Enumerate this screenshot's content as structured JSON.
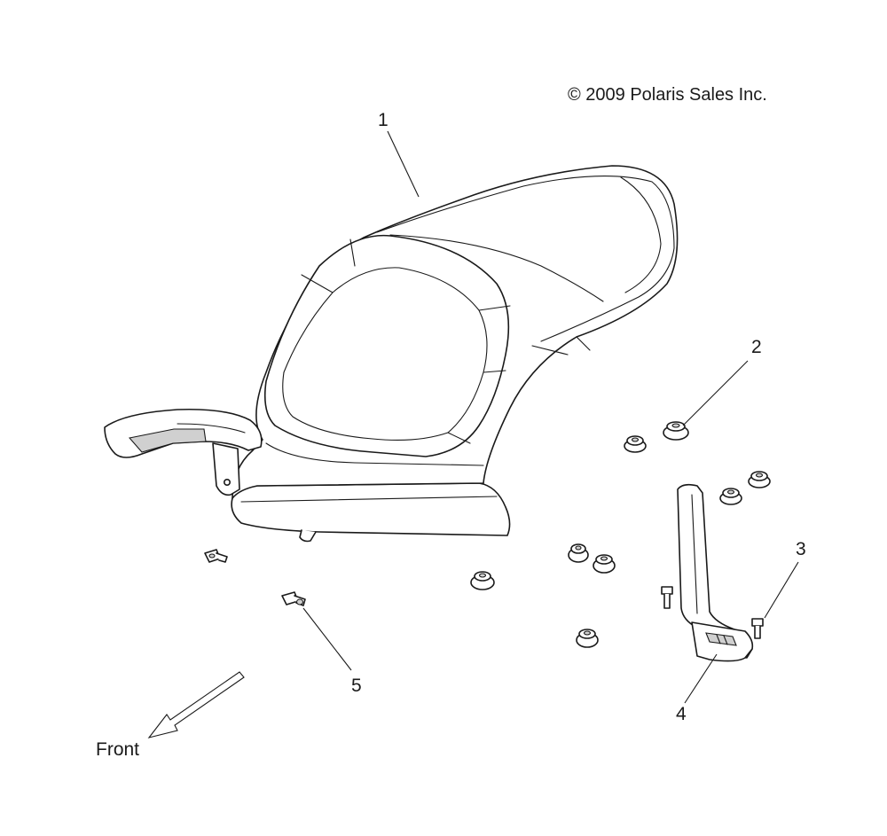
{
  "copyright": "© 2009 Polaris Sales Inc.",
  "direction_label": "Front",
  "callouts": [
    {
      "id": "1",
      "part": "seat"
    },
    {
      "id": "2",
      "part": "grommet"
    },
    {
      "id": "3",
      "part": "bolt"
    },
    {
      "id": "4",
      "part": "seat-bracket"
    },
    {
      "id": "5",
      "part": "screw"
    }
  ],
  "colors": {
    "line": "#1a1a1a",
    "background": "#ffffff",
    "shading": "#d0d0d0"
  }
}
